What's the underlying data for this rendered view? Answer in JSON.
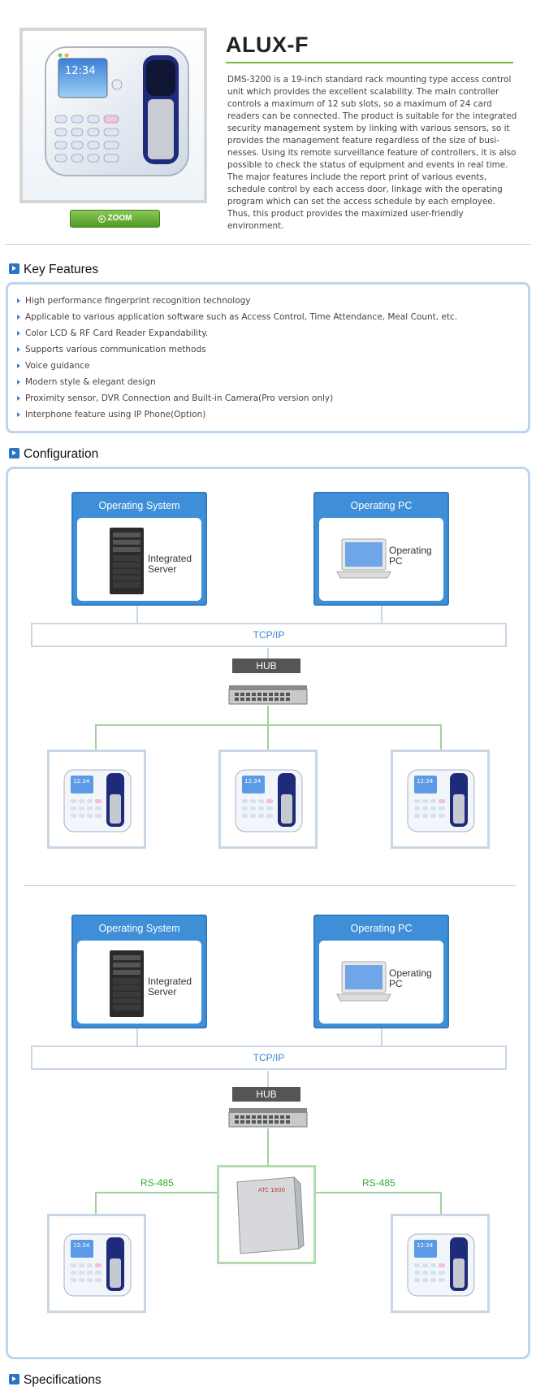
{
  "product": {
    "model": "ALUX-F",
    "zoom_label": "ZOOM",
    "description": "DMS-3200 is a 19-inch standard rack mounting type access control\nunit which provides the excellent scalability. The main controller\ncontrols a maximum of 12 sub slots, so a maximum of 24 card\nreaders can be connected. The product is suitable for the integrated\nsecurity management system by linking with various sensors, so it\nprovides the management feature regardless of the size of busi-\nnesses. Using its remote surveillance feature of controllers, it is also\npossible to check the status of equipment and events in real time.\nThe major features include the report print of various events,\nschedule control by each access door, linkage with the operating\nprogram which can set the access schedule by each employee.\nThus, this product provides the maximized user-friendly environment.",
    "device_clock": "12:34"
  },
  "sections": {
    "features": "Key Features",
    "configuration": "Configuration",
    "specifications": "Specifications"
  },
  "features": [
    "High performance fingerprint recognition technology",
    "Applicable to various application software such as Access Control, Time Attendance, Meal Count, etc.",
    "Color LCD & RF Card Reader Expandability.",
    "Supports various communication methods",
    "Voice guidance",
    "Modern style & elegant design",
    "Proximity sensor, DVR Connection and Built-in Camera(Pro version only)",
    "Interphone feature using IP Phone(Option)"
  ],
  "configuration": {
    "diagram1": {
      "os_title": "Operating System",
      "server_caption": "Integrated\nServer",
      "pc_title": "Operating PC",
      "pc_caption": "Operating\nPC",
      "network": "TCP/IP",
      "hub": "HUB",
      "terminal_clock": "12:34"
    },
    "diagram2": {
      "os_title": "Operating System",
      "server_caption": "Integrated\nServer",
      "pc_title": "Operating PC",
      "pc_caption": "Operating\nPC",
      "network": "TCP/IP",
      "hub": "HUB",
      "rs_left": "RS-485",
      "rs_right": "RS-485",
      "controller_brand": "ATC 1800",
      "terminal_clock": "12:34"
    }
  },
  "colors": {
    "accent_blue": "#3f8fd8",
    "line_green": "#9fd39b",
    "box_border": "#bcd6ef",
    "title_rule": "#7cb342"
  }
}
